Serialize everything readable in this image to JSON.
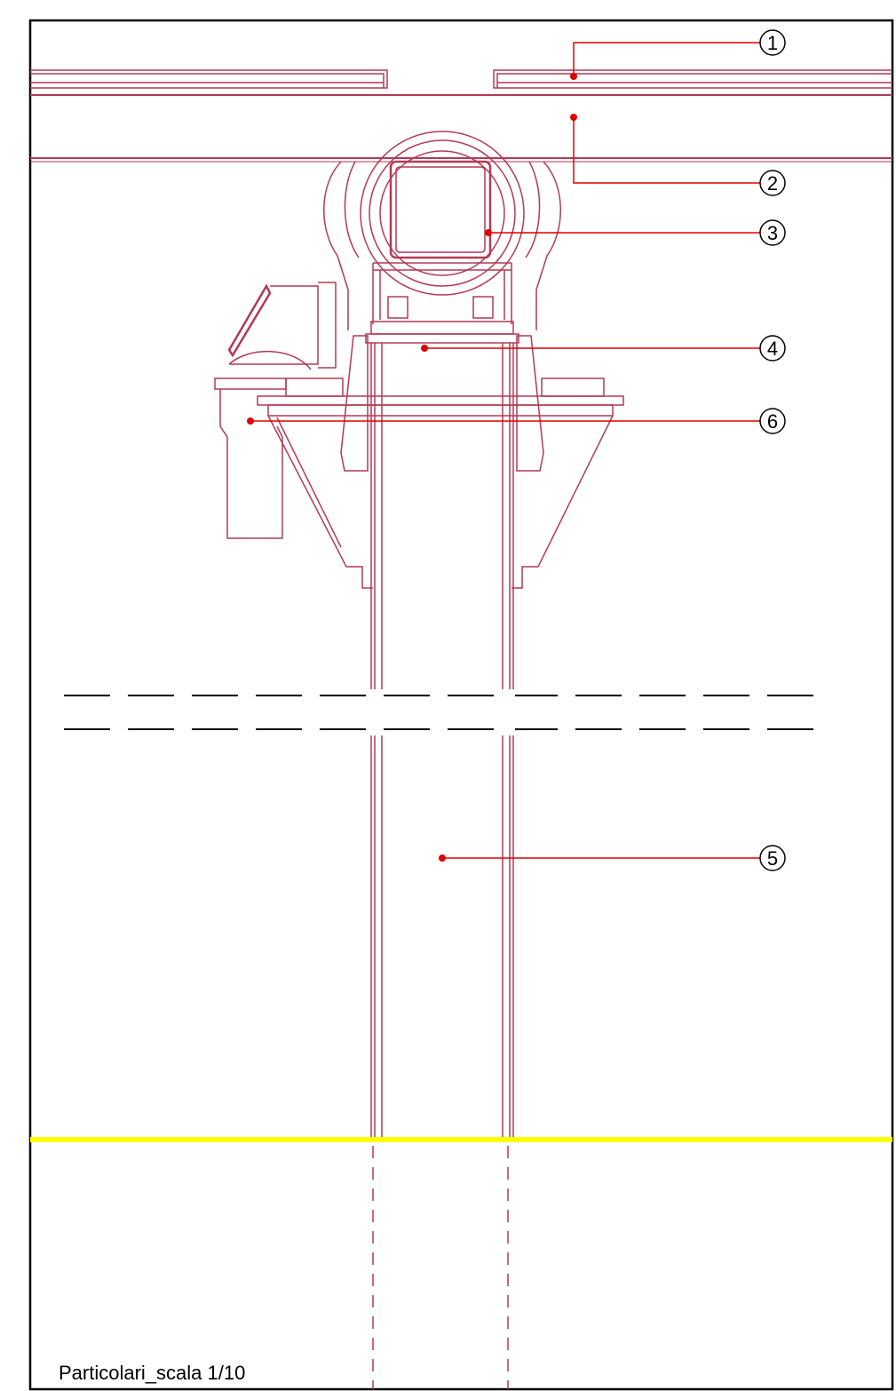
{
  "caption": "Particolari_scala 1/10",
  "colors": {
    "frame": "#000000",
    "drawing": "#b23a55",
    "leader": "#e00000",
    "ground_line": "#ffff00",
    "break_line": "#000000"
  },
  "callouts": [
    {
      "id": "1",
      "label": "1"
    },
    {
      "id": "2",
      "label": "2"
    },
    {
      "id": "3",
      "label": "3"
    },
    {
      "id": "4",
      "label": "4"
    },
    {
      "id": "6",
      "label": "6"
    },
    {
      "id": "5",
      "label": "5"
    }
  ]
}
